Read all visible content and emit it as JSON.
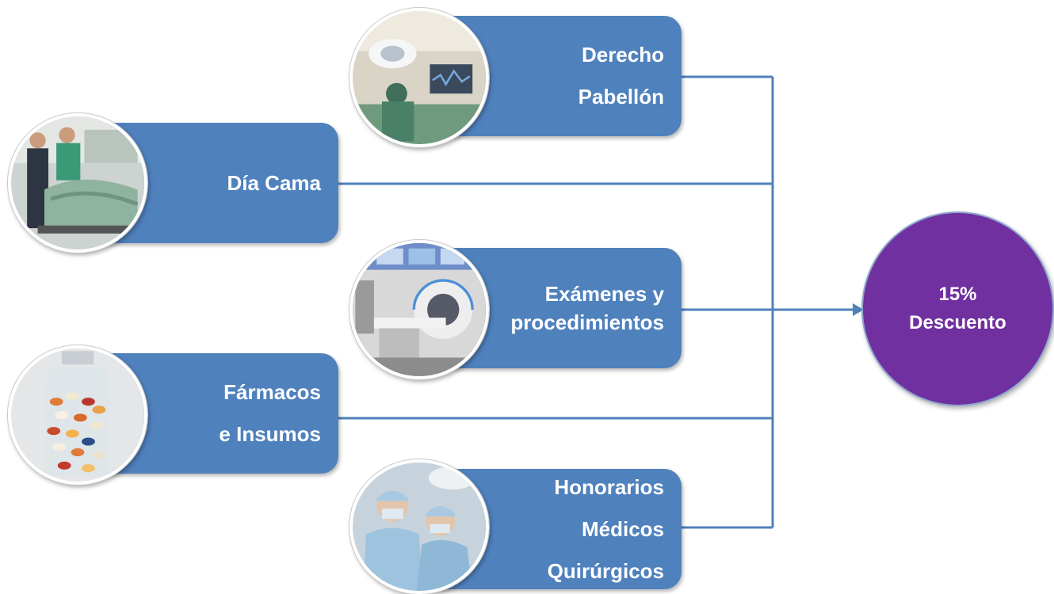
{
  "diagram": {
    "items": [
      {
        "id": "derecho-pabellon",
        "lines": [
          "Derecho",
          "Pabellón"
        ],
        "image": "operating-room-photo"
      },
      {
        "id": "dia-cama",
        "lines": [
          "Día Cama"
        ],
        "image": "hospital-bed-photo"
      },
      {
        "id": "examenes",
        "lines": [
          "Exámenes y",
          "procedimientos"
        ],
        "image": "mri-scanner-photo"
      },
      {
        "id": "farmacos",
        "lines": [
          "Fármacos",
          "e Insumos"
        ],
        "image": "pill-bottle-photo"
      },
      {
        "id": "honorarios",
        "lines": [
          "Honorarios",
          "Médicos",
          "Quirúrgicos"
        ],
        "image": "surgeons-photo"
      }
    ],
    "result": {
      "lines": [
        "15%",
        "Descuento"
      ]
    }
  },
  "colors": {
    "box_fill": "#4f81bd",
    "connector": "#4f81bd",
    "result_fill": "#7030a0",
    "text": "#ffffff"
  }
}
